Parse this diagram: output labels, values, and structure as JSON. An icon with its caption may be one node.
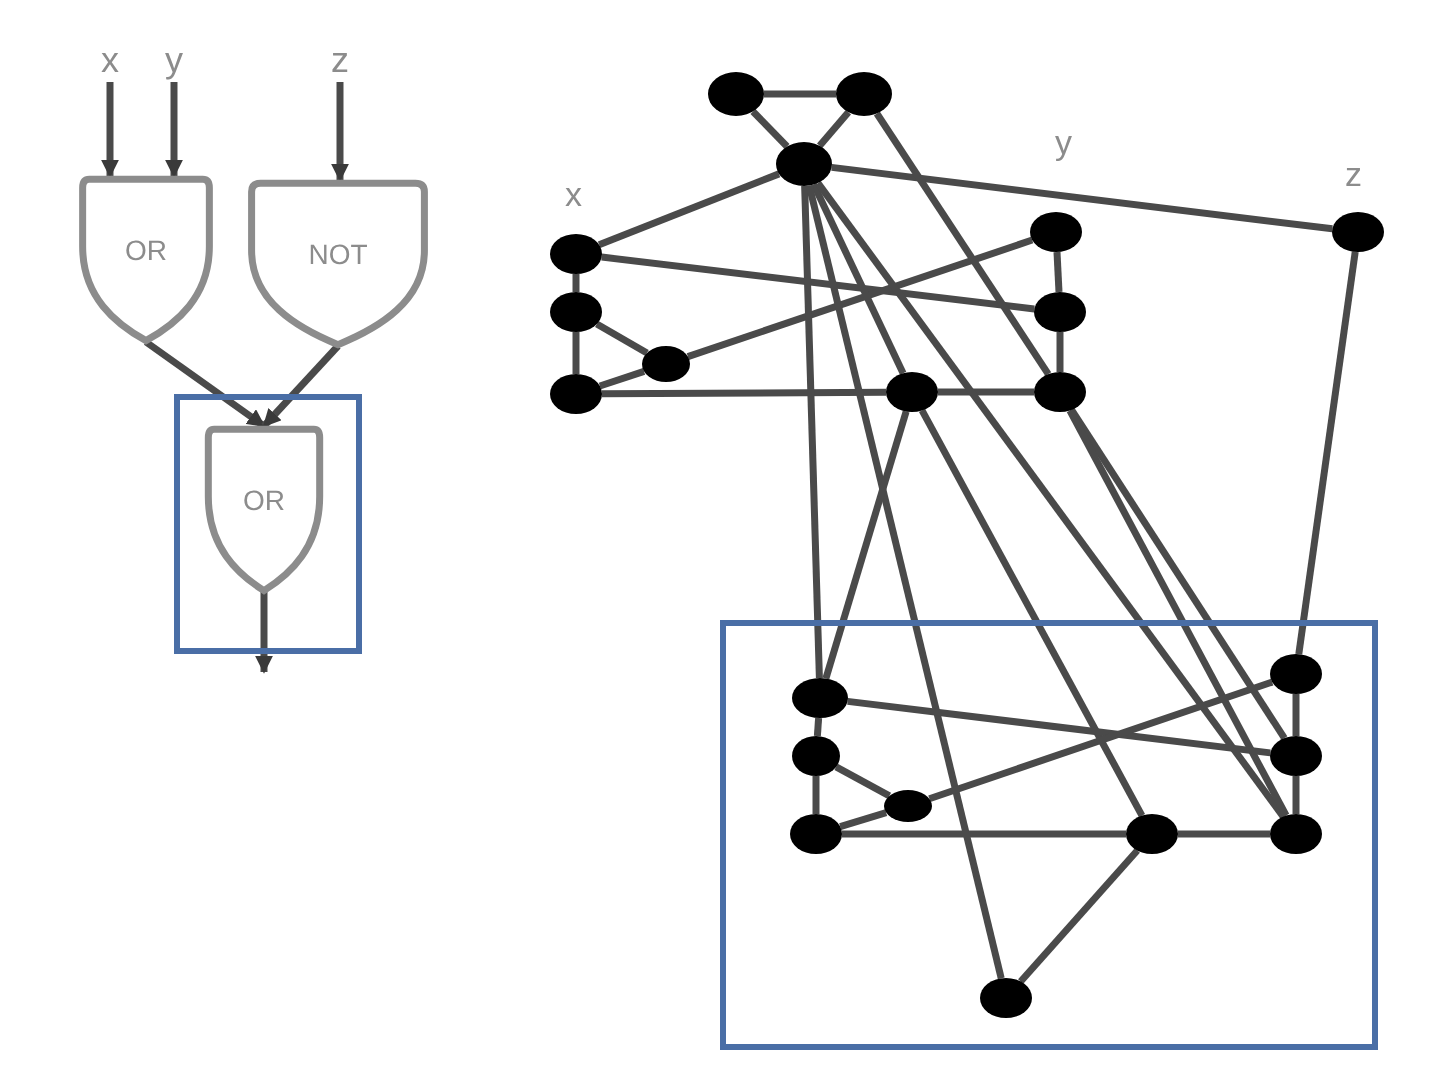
{
  "diagram": {
    "nodes": [
      {
        "text": [
          "x"
        ]
      },
      {
        "text": [
          "y"
        ]
      },
      {
        "text": [
          "z"
        ]
      },
      {
        "text": [
          "OR"
        ]
      },
      {
        "text": [
          "NOT"
        ]
      },
      {
        "text": [],
        "shape": "box"
      },
      {
        "text": [
          "OR"
        ],
        "in": 5
      },
      {
        "text": [],
        "shape": "circle"
      },
      {
        "text": [],
        "shape": "circle"
      },
      {
        "text": [],
        "shape": "circle"
      },
      {
        "text": [],
        "shape": "circle",
        "beside": [
          "x"
        ]
      },
      {
        "text": [],
        "shape": "circle"
      },
      {
        "text": [],
        "shape": "circle"
      },
      {
        "text": [],
        "shape": "circle"
      },
      {
        "text": [],
        "shape": "circle"
      },
      {
        "text": [],
        "shape": "circle",
        "beside": [
          "y"
        ]
      },
      {
        "text": [],
        "shape": "circle"
      },
      {
        "text": [],
        "shape": "circle"
      },
      {
        "text": [],
        "shape": "circle",
        "beside": [
          "z"
        ]
      },
      {
        "text": [],
        "shape": "box"
      },
      {
        "text": [],
        "shape": "circle",
        "in": 19
      },
      {
        "text": [],
        "shape": "circle",
        "in": 19
      },
      {
        "text": [],
        "shape": "circle",
        "in": 19
      },
      {
        "text": [],
        "shape": "circle",
        "in": 19
      },
      {
        "text": [],
        "shape": "circle",
        "in": 19
      },
      {
        "text": [],
        "shape": "circle",
        "in": 19
      },
      {
        "text": [],
        "shape": "circle",
        "in": 19
      },
      {
        "text": [],
        "shape": "circle",
        "in": 19
      },
      {
        "text": [],
        "shape": "circle",
        "in": 19
      }
    ],
    "edges": [
      {
        "from": 0,
        "to": 3,
        "arrow": "to"
      },
      {
        "from": 1,
        "to": 3,
        "arrow": "to"
      },
      {
        "from": 2,
        "to": 4,
        "arrow": "to"
      },
      {
        "from": 3,
        "to": 6,
        "arrow": "to"
      },
      {
        "from": 4,
        "to": 6,
        "arrow": "to"
      },
      {
        "from": 6,
        "to": null,
        "arrow": "to"
      },
      {
        "from": 7,
        "to": 8,
        "arrow": "none"
      },
      {
        "from": 7,
        "to": 9,
        "arrow": "none"
      },
      {
        "from": 8,
        "to": 9,
        "arrow": "none"
      },
      {
        "from": 9,
        "to": 10,
        "arrow": "none"
      },
      {
        "from": 9,
        "to": 18,
        "arrow": "none"
      },
      {
        "from": 10,
        "to": 11,
        "arrow": "none"
      },
      {
        "from": 11,
        "to": 12,
        "arrow": "none"
      },
      {
        "from": 11,
        "to": 13,
        "arrow": "none"
      },
      {
        "from": 12,
        "to": 13,
        "arrow": "none"
      },
      {
        "from": 10,
        "to": 16,
        "arrow": "none"
      },
      {
        "from": 13,
        "to": 15,
        "arrow": "none"
      },
      {
        "from": 12,
        "to": 14,
        "arrow": "none"
      },
      {
        "from": 14,
        "to": 17,
        "arrow": "none"
      },
      {
        "from": 15,
        "to": 16,
        "arrow": "none"
      },
      {
        "from": 16,
        "to": 17,
        "arrow": "none"
      },
      {
        "from": 9,
        "to": 14,
        "arrow": "none"
      },
      {
        "from": 8,
        "to": 17,
        "arrow": "none"
      },
      {
        "from": 9,
        "to": 20,
        "arrow": "none"
      },
      {
        "from": 9,
        "to": 28,
        "arrow": "none"
      },
      {
        "from": 14,
        "to": 20,
        "arrow": "none"
      },
      {
        "from": 14,
        "to": 24,
        "arrow": "none"
      },
      {
        "from": 9,
        "to": 27,
        "arrow": "none"
      },
      {
        "from": 17,
        "to": 26,
        "arrow": "none"
      },
      {
        "from": 17,
        "to": 27,
        "arrow": "none"
      },
      {
        "from": 18,
        "to": 25,
        "arrow": "none"
      },
      {
        "from": 20,
        "to": 21,
        "arrow": "none"
      },
      {
        "from": 21,
        "to": 22,
        "arrow": "none"
      },
      {
        "from": 21,
        "to": 23,
        "arrow": "none"
      },
      {
        "from": 22,
        "to": 23,
        "arrow": "none"
      },
      {
        "from": 22,
        "to": 24,
        "arrow": "none"
      },
      {
        "from": 24,
        "to": 27,
        "arrow": "none"
      },
      {
        "from": 20,
        "to": 26,
        "arrow": "none"
      },
      {
        "from": 23,
        "to": 25,
        "arrow": "none"
      },
      {
        "from": 24,
        "to": 28,
        "arrow": "none"
      },
      {
        "from": 25,
        "to": 26,
        "arrow": "none"
      },
      {
        "from": 26,
        "to": 27,
        "arrow": "none"
      }
    ]
  }
}
